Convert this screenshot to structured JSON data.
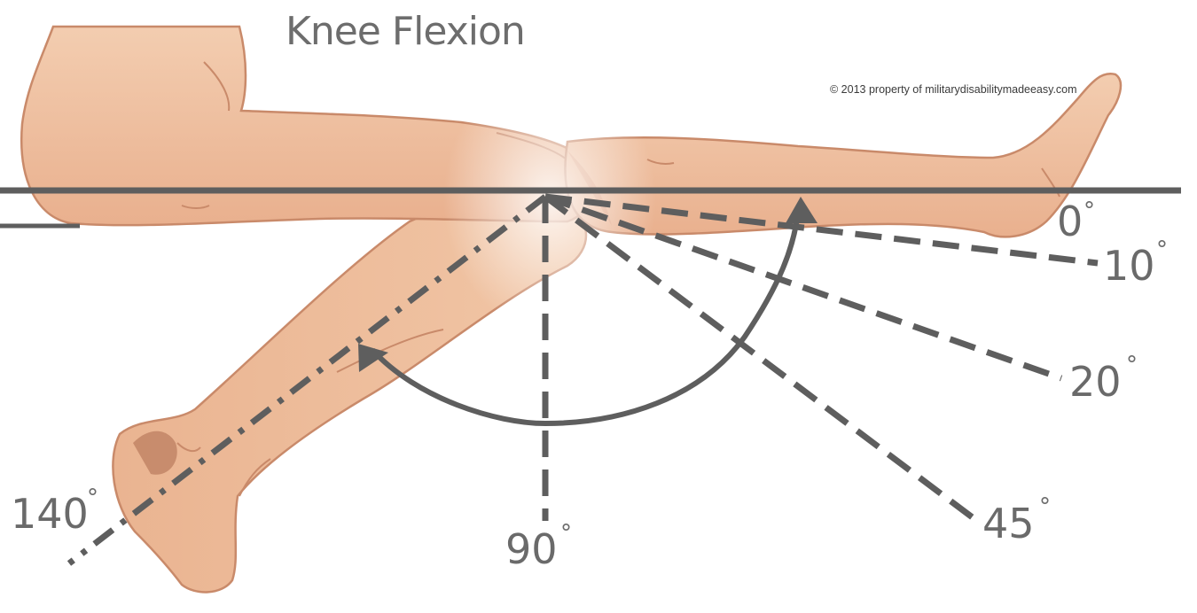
{
  "title": "Knee Flexion",
  "copyright": "© 2013 property of militarydisabilitymadeeasy.com",
  "colors": {
    "line": "#5e5e5e",
    "skin": "#f0c4a2",
    "skin_shadow": "#dba07f",
    "outline": "#c98a6a",
    "text": "#6a6a6a"
  },
  "angles": [
    {
      "id": "0",
      "label": "0",
      "symbol": "°"
    },
    {
      "id": "10",
      "label": "10",
      "symbol": "°"
    },
    {
      "id": "20",
      "label": "20",
      "symbol": "°"
    },
    {
      "id": "45",
      "label": "45",
      "symbol": "°"
    },
    {
      "id": "90",
      "label": "90",
      "symbol": "°"
    },
    {
      "id": "140",
      "label": "140",
      "symbol": "°"
    }
  ]
}
